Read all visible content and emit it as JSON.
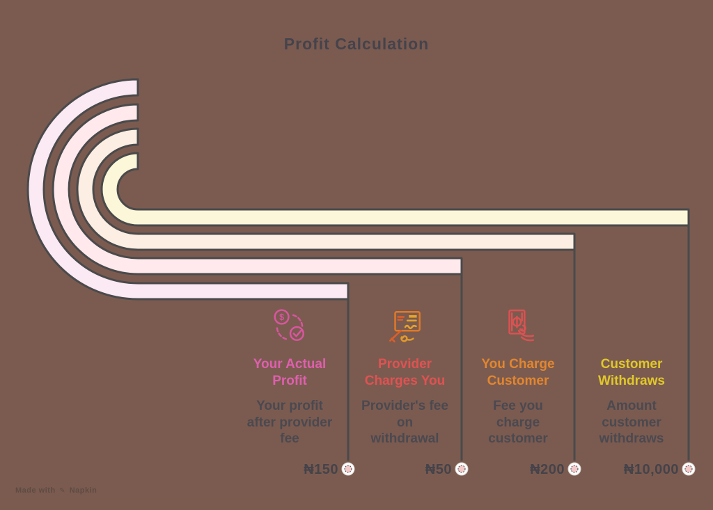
{
  "page": {
    "title": "Profit Calculation",
    "background_color": "#7b5b50",
    "outline_color": "#4a4a4b",
    "heading_color": "#45434c"
  },
  "watermark": {
    "prefix": "Made with",
    "brand": "Napkin"
  },
  "bands": [
    {
      "label": "your-actual-profit-band",
      "color": "#fbe9f4"
    },
    {
      "label": "provider-charges-band",
      "color": "#ffe9ed"
    },
    {
      "label": "you-charge-customer-band",
      "color": "#fdeee3"
    },
    {
      "label": "customer-withdraws-band",
      "color": "#fcf7d8"
    }
  ],
  "columns": [
    {
      "title": "Your Actual\nProfit",
      "title_color": "#df5fae",
      "description": "Your profit\nafter provider\nfee",
      "value": "₦150",
      "icon": "money-exchange-check-icon",
      "icon_color": "#d9559f"
    },
    {
      "title": "Provider\nCharges You",
      "title_color": "#e05252",
      "description": "Provider's fee\non\nwithdrawal",
      "value": "₦50",
      "icon": "cheque-signing-icon",
      "icon_color": "#e07a28"
    },
    {
      "title": "You Charge\nCustomer",
      "title_color": "#e2862f",
      "description": "Fee you\ncharge\ncustomer",
      "value": "₦200",
      "icon": "hand-holding-money-icon",
      "icon_color": "#d95252"
    },
    {
      "title": "Customer\nWithdraws",
      "title_color": "#e0c82a",
      "description": "Amount\ncustomer\nwithdraws",
      "value": "₦10,000"
    }
  ]
}
